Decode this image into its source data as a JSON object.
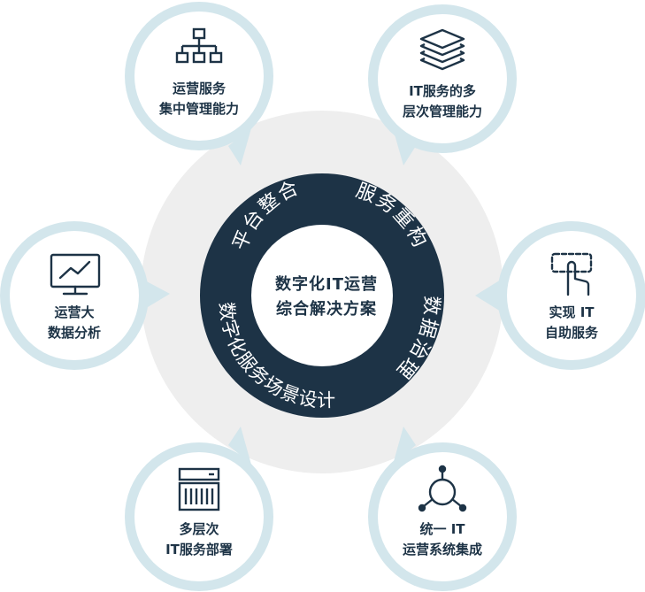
{
  "center": {
    "line1": "数字化IT运营",
    "line2": "综合解决方案"
  },
  "ring": {
    "top_left": "平台整合",
    "top_right": "服务重构",
    "right": "数据治理",
    "bottom": "数字化服务场景设计"
  },
  "bubbles": [
    {
      "icon": "org-chart-icon",
      "line1": "运营服务",
      "line2": "集中管理能力"
    },
    {
      "icon": "layers-icon",
      "line1": "IT服务的多",
      "line2": "层次管理能力"
    },
    {
      "icon": "monitor-chart-icon",
      "line1": "运营大",
      "line2": "数据分析"
    },
    {
      "icon": "touch-click-icon",
      "line1": "实现 IT",
      "line2": "自助服务"
    },
    {
      "icon": "server-icon",
      "line1": "多层次",
      "line2": "IT服务部署"
    },
    {
      "icon": "network-node-icon",
      "line1": "统一 IT",
      "line2": "运营系统集成"
    }
  ],
  "colors": {
    "navy": "#1d3346",
    "bubble_ring": "#d3e6ec",
    "halo": "#eeeeee"
  }
}
